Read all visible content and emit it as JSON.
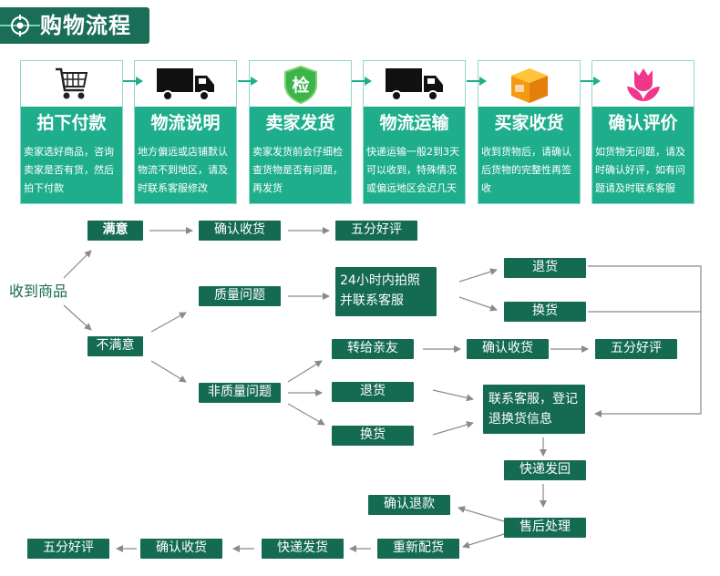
{
  "header": {
    "title": "购物流程"
  },
  "steps": [
    {
      "title": "拍下付款",
      "desc": "卖家选好商品，咨询卖家是否有货，然后拍下付款",
      "icon": "shopping-cart-icon"
    },
    {
      "title": "物流说明",
      "desc": "地方偏远或店铺默认物流不到地区，请及时联系客服修改",
      "icon": "delivery-truck-icon"
    },
    {
      "title": "卖家发货",
      "desc": "卖家发货前会仔细检查货物是否有问题，再发货",
      "icon": "inspection-shield-icon",
      "badge": "检"
    },
    {
      "title": "物流运输",
      "desc": "快递运输一般2到3天可以收到，特殊情况或偏远地区会迟几天",
      "icon": "shipping-truck-icon"
    },
    {
      "title": "买家收货",
      "desc": "收到货物后，请确认后货物的完整性再签收",
      "icon": "package-box-icon"
    },
    {
      "title": "确认评价",
      "desc": "如货物无问题，请及时确认好评，如有问题请及时联系客服",
      "icon": "tulip-flower-icon"
    }
  ],
  "flow": {
    "receive": "收到商品",
    "satisfied": "满意",
    "confirm_receipt_1": "确认收货",
    "five_star_1": "五分好评",
    "unsatisfied": "不满意",
    "quality_issue": "质量问题",
    "photo_24h": "24小时内拍照并联系客服",
    "return_1": "退货",
    "exchange_1": "换货",
    "non_quality_issue": "非质量问题",
    "gift_friend": "转给亲友",
    "confirm_receipt_2": "确认收货",
    "five_star_2": "五分好评",
    "return_2": "退货",
    "exchange_2": "换货",
    "contact_service": "联系客服，登记退换货信息",
    "express_return": "快递发回",
    "after_sales": "售后处理",
    "confirm_refund": "确认退款",
    "redelivery": "重新配货",
    "express_ship": "快递发货",
    "confirm_receipt_3": "确认收货",
    "five_star_3": "五分好评"
  },
  "colors": {
    "header": "#1a6d57",
    "band": "#1fae8c",
    "box": "#156b52",
    "step_border": "#8ed8c6",
    "arrow": "#8a8a8a"
  }
}
